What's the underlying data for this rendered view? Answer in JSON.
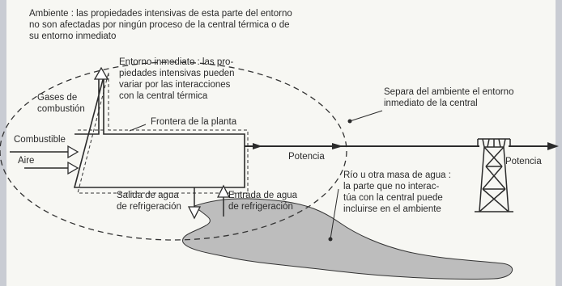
{
  "ambiente_note": "Ambiente : las propiedades intensivas de esta parte del entorno\nno son afectadas por ningún proceso de la central térmica o de\nsu entorno inmediato",
  "entorno_inmediato_note": "Entorno inmediato : las pro-\npiedades intensivas pueden\nvariar por las interacciones\ncon la central térmica",
  "gases": "Gases de\ncombustión",
  "frontera": "Frontera de la planta",
  "combustible": "Combustible",
  "aire": "Aire",
  "potencia_left": "Potencia",
  "potencia_right": "Potencia",
  "separa_note": "Separa del ambiente el entorno\ninmediato de la central",
  "rio_note": "Río u otra masa de agua :\nla parte que no interac-\ntúa con la central puede\nincluirse en el ambiente",
  "salida": "Salida de agua\nde refrigeración",
  "entrada": "Entrada de agua\nde refrigeración"
}
